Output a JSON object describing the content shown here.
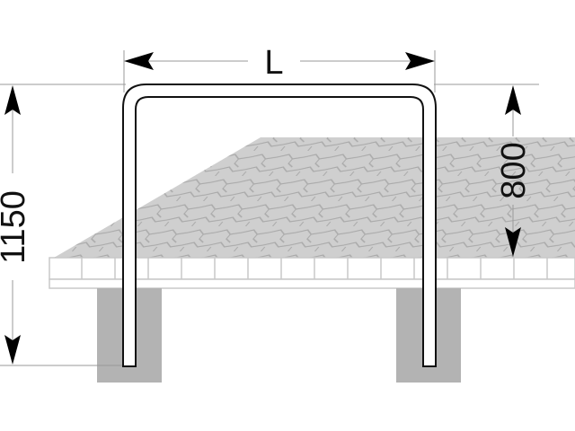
{
  "diagram": {
    "title": "U-shaped barrier post installed in paved ground",
    "dimensions": {
      "width_label": "L",
      "total_height_label": "1150",
      "above_ground_label": "800"
    },
    "colors": {
      "paving": "#cfcfcf",
      "paving_joints": "#a9a9a9",
      "foundation": "#b3b3b3",
      "curb": "#ffffff",
      "curb_lines": "#c8c8c8",
      "post_outline": "#111111",
      "dimension_lines": "#9a9a9a",
      "arrows": "#000000"
    },
    "components": [
      "u-bar-post",
      "paving-surface",
      "curb-blocks",
      "concrete-foundation-left",
      "concrete-foundation-right"
    ]
  }
}
